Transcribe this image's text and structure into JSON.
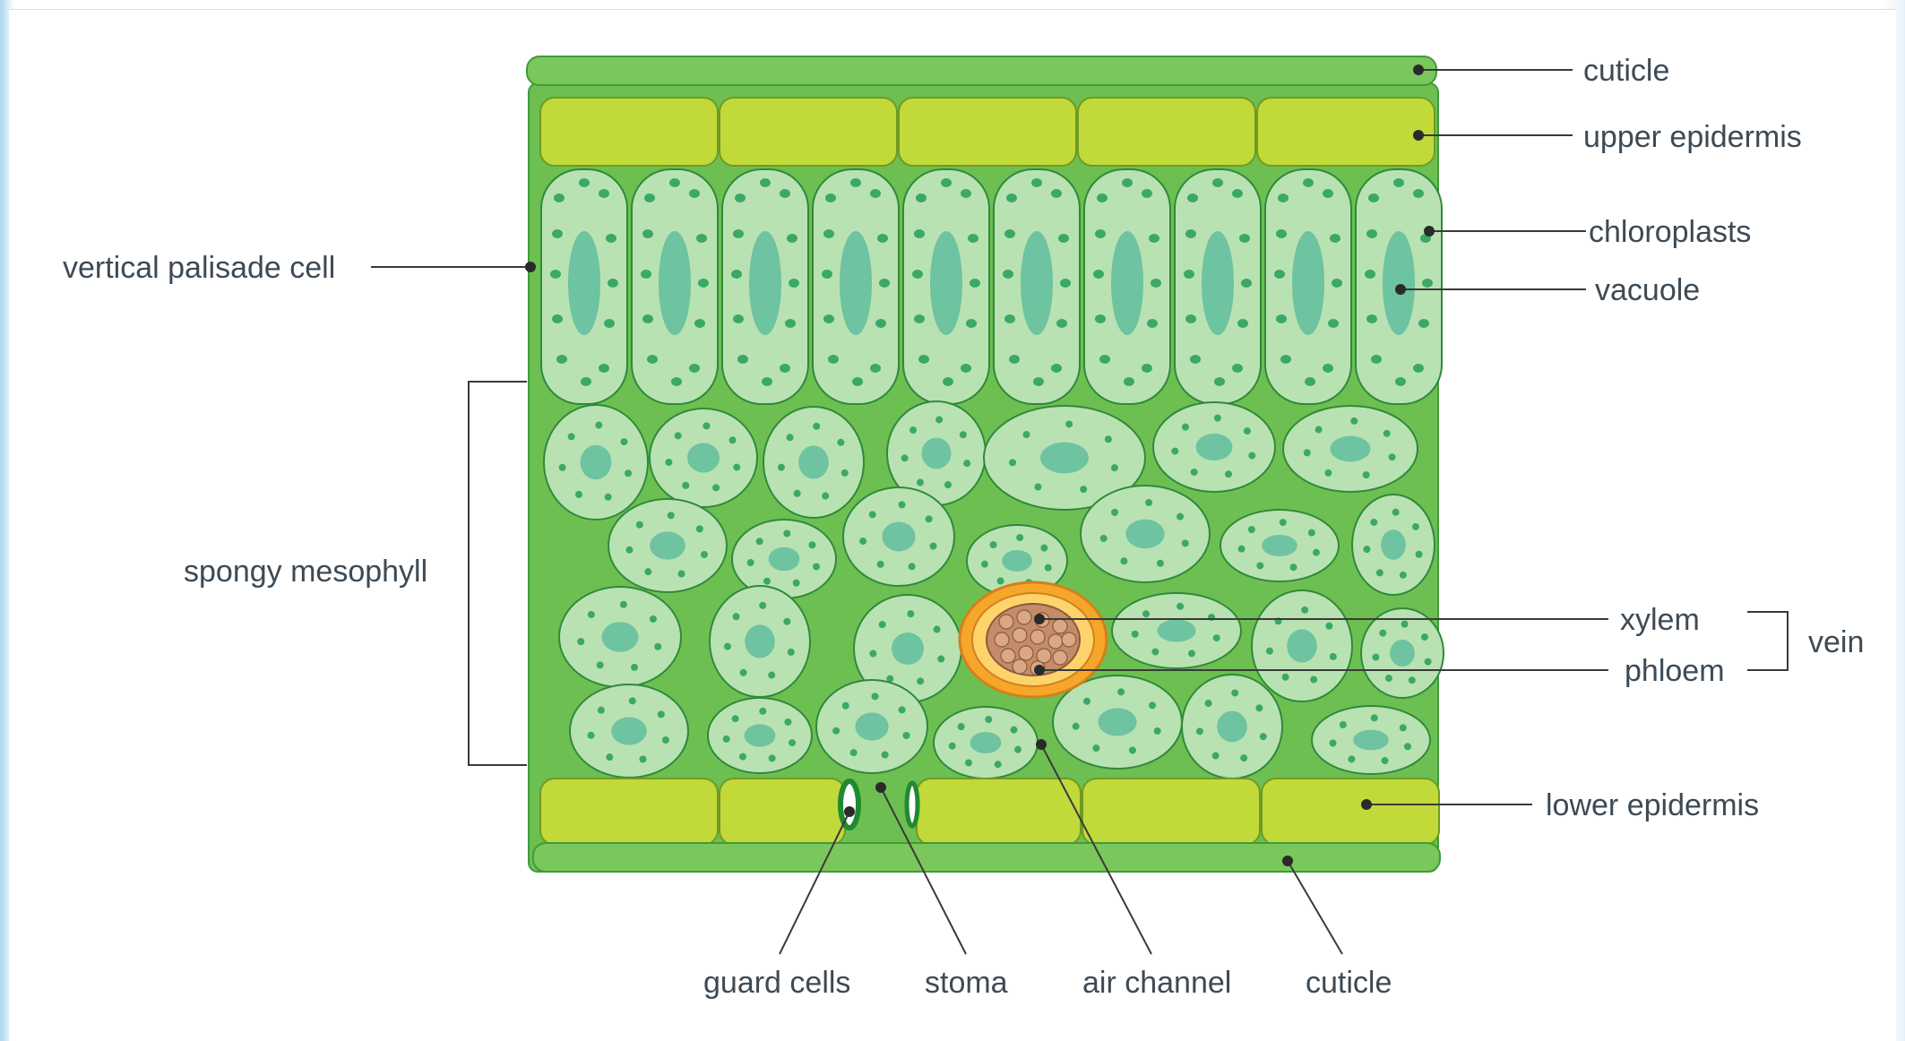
{
  "labels": {
    "cuticle_top": "cuticle",
    "upper_epidermis": "upper epidermis",
    "chloroplasts": "chloroplasts",
    "vacuole": "vacuole",
    "vertical_palisade_cell": "vertical palisade cell",
    "spongy_mesophyll": "spongy mesophyll",
    "xylem": "xylem",
    "phloem": "phloem",
    "vein": "vein",
    "lower_epidermis": "lower epidermis",
    "guard_cells": "guard cells",
    "stoma": "stoma",
    "air_channel": "air channel",
    "cuticle_bottom": "cuticle"
  },
  "colors": {
    "tissue_background": "#6dbf52",
    "cuticle": "#7ac75b",
    "epidermis": "#c2d93a",
    "cell_fill": "#b9e2b3",
    "cell_outline": "#2f8a3a",
    "chloroplast": "#3aa868",
    "vacuole": "#6ec3a0",
    "vein_ring": "#f5a623",
    "vein_core": "#d9a27a"
  },
  "icons": {
    "leader_line": "leader-line",
    "pointer_dot": "pointer-dot"
  }
}
